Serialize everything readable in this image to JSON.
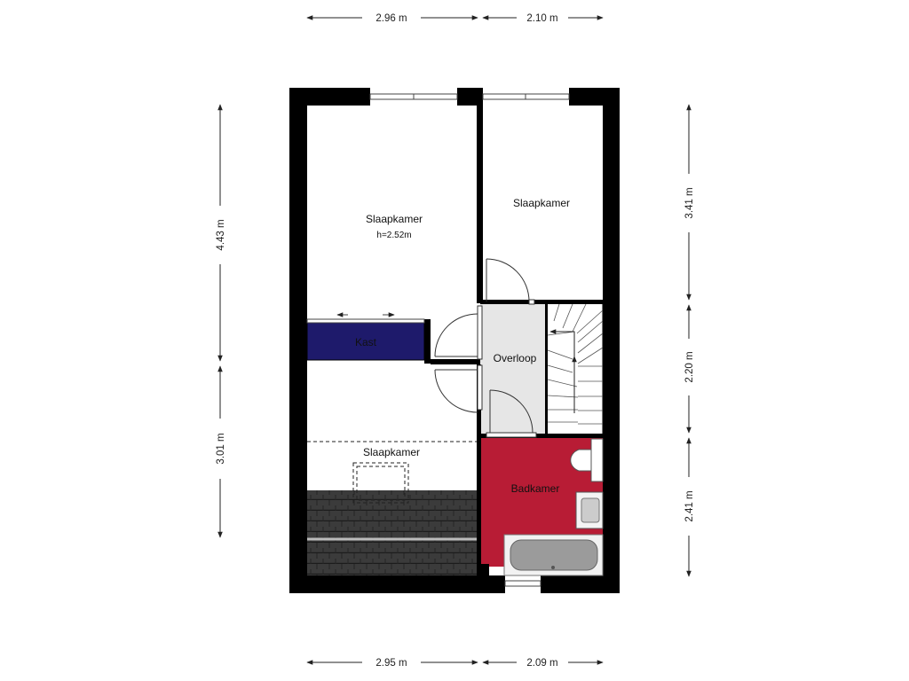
{
  "dimensions": {
    "top_left": "2.96 m",
    "top_right": "2.10 m",
    "bottom_left": "2.95 m",
    "bottom_right": "2.09 m",
    "left_upper": "4.43 m",
    "left_lower": "3.01 m",
    "right_upper": "3.41 m",
    "right_middle": "2.20 m",
    "right_lower": "2.41 m"
  },
  "rooms": {
    "bedroom_main": {
      "label": "Slaapkamer",
      "height_note": "h=2.52m"
    },
    "bedroom_right": {
      "label": "Slaapkamer"
    },
    "bedroom_bottom": {
      "label": "Slaapkamer"
    },
    "closet": {
      "label": "Kast"
    },
    "landing": {
      "label": "Overloop"
    },
    "bathroom": {
      "label": "Badkamer"
    }
  },
  "colors": {
    "wall": "#000000",
    "closet_fill": "#1e1a6b",
    "bathroom_fill": "#b81c35",
    "landing_fill": "#e6e6e6",
    "roof_tile": "#3a3a3a"
  }
}
